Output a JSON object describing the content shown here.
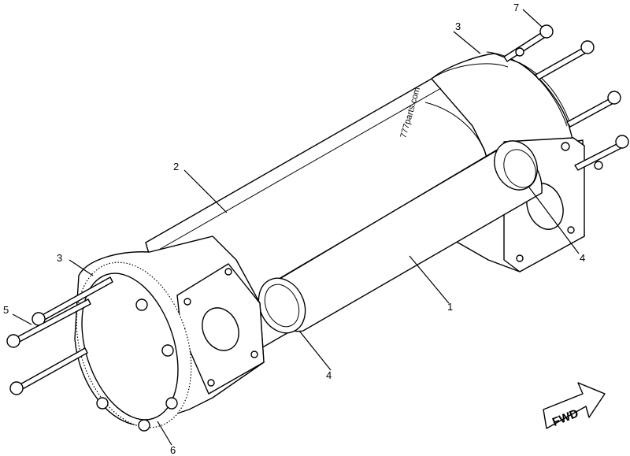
{
  "watermark": "777parts.com",
  "direction_label": "FWD",
  "callouts": [
    {
      "id": "c1",
      "label": "1"
    },
    {
      "id": "c2",
      "label": "2"
    },
    {
      "id": "c3a",
      "label": "3"
    },
    {
      "id": "c3b",
      "label": "3"
    },
    {
      "id": "c4a",
      "label": "4"
    },
    {
      "id": "c4b",
      "label": "4"
    },
    {
      "id": "c5",
      "label": "5"
    },
    {
      "id": "c6",
      "label": "6"
    },
    {
      "id": "c7",
      "label": "7"
    }
  ]
}
